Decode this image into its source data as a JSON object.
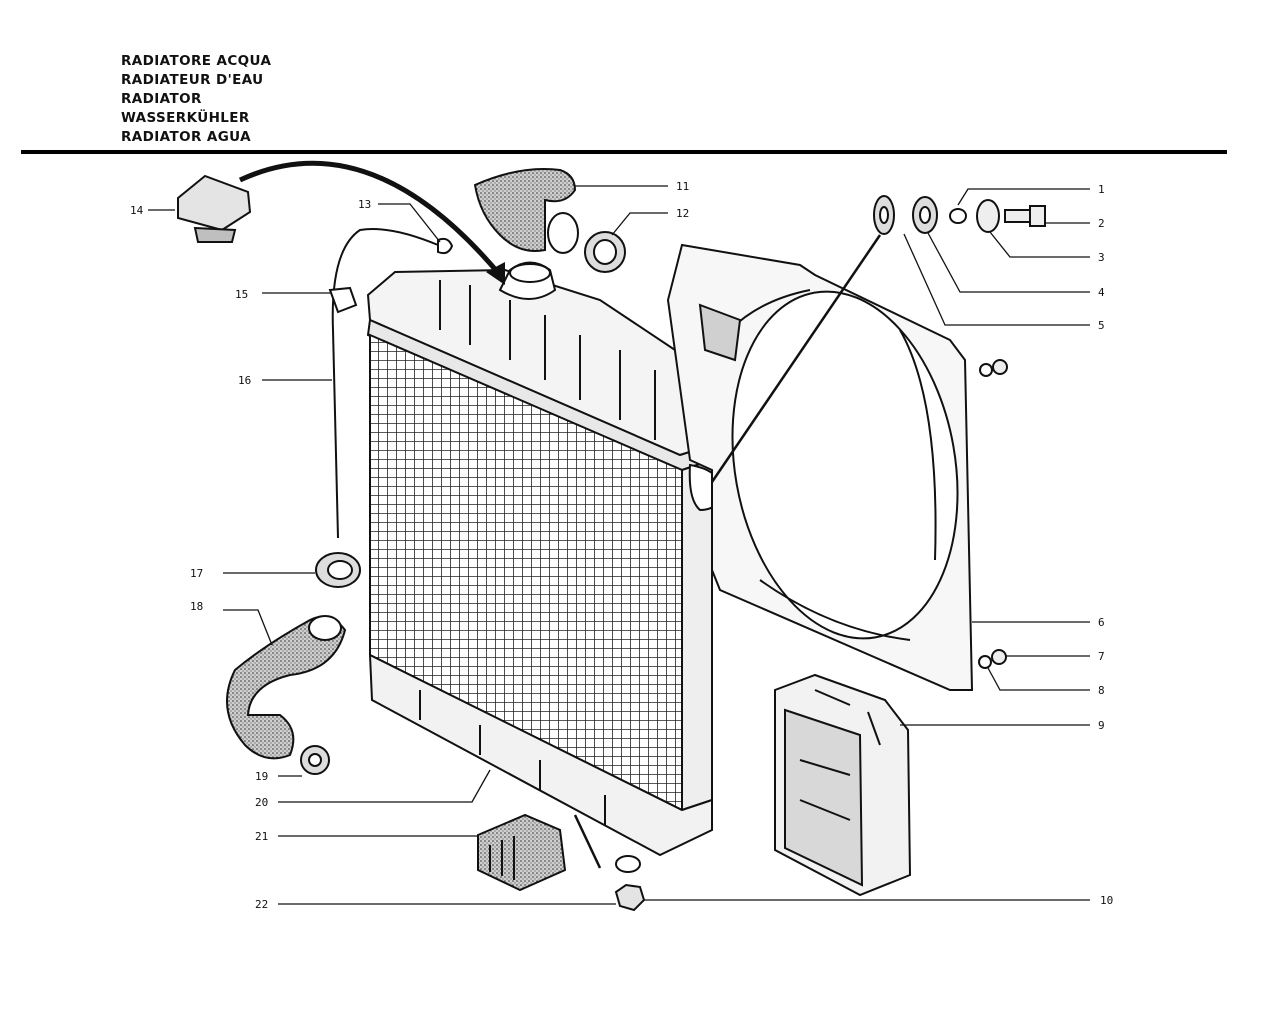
{
  "titles": [
    "RADIATORE ACQUA",
    "RADIATEUR D'EAU",
    "RADIATOR",
    "WASSERKÜHLER",
    "RADIATOR AGUA"
  ],
  "callouts": {
    "c1": "1",
    "c2": "2",
    "c3": "3",
    "c4": "4",
    "c5": "5",
    "c6": "6",
    "c7": "7",
    "c8": "8",
    "c9": "9",
    "c10": "10",
    "c11": "11",
    "c12": "12",
    "c13": "13",
    "c14": "14",
    "c15": "15",
    "c16": "16",
    "c17": "17",
    "c18": "18",
    "c19": "19",
    "c20": "20",
    "c21": "21",
    "c22": "22"
  }
}
